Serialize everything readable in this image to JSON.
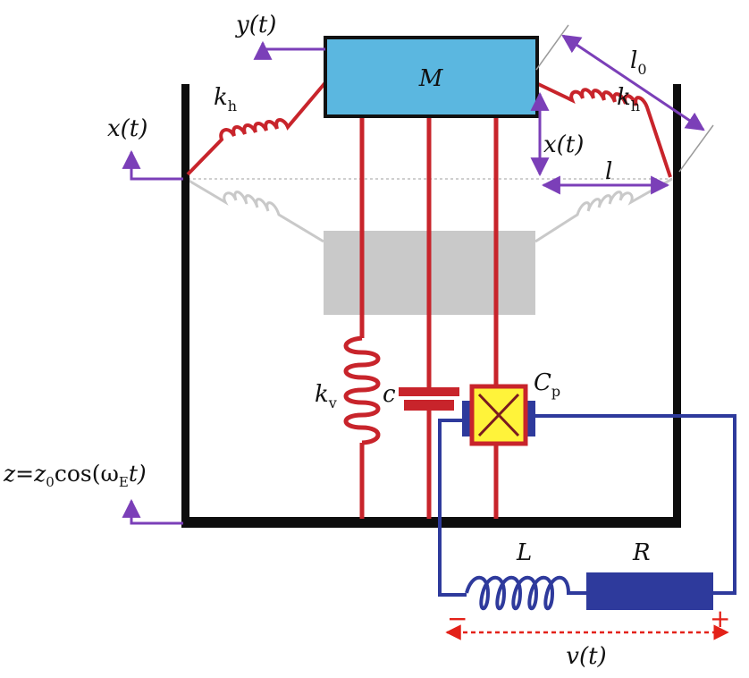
{
  "colors": {
    "frame": "#0d0d0d",
    "mechanical": "#c8242b",
    "electrical": "#2e3a9c",
    "mass_fill": "#5bb7e0",
    "ghost": "#c9c9c9",
    "annotation": "#7b3fb8",
    "piezo_fill": "#fff33a",
    "voltage_arrow": "#e32119"
  },
  "labels": {
    "mass": "M",
    "displacement_y": {
      "base": "y(t)"
    },
    "displacement_x_left": {
      "base": "x(t)"
    },
    "displacement_x_right": {
      "base": "x(t)"
    },
    "spring_h_left": {
      "base": "k",
      "sub": "h"
    },
    "spring_h_right": {
      "base": "k",
      "sub": "h"
    },
    "spring_v": {
      "base": "k",
      "sub": "v"
    },
    "damper": "c",
    "piezo": {
      "base": "C",
      "sub": "p"
    },
    "natural_length": {
      "base": "l",
      "sub": "0"
    },
    "span_length": "l",
    "excitation": {
      "pre": "z=z",
      "sub0": "0",
      "mid": "cos(ω",
      "subE": "E",
      "post": "t)"
    },
    "inductor": "L",
    "resistor": "R",
    "voltage": "v(t)",
    "minus": "−",
    "plus": "+"
  },
  "icons": {
    "piezo_element": "crossed-box-icon",
    "inductor_coil": "coil-icon",
    "resistor_block": "resistor-icon"
  }
}
